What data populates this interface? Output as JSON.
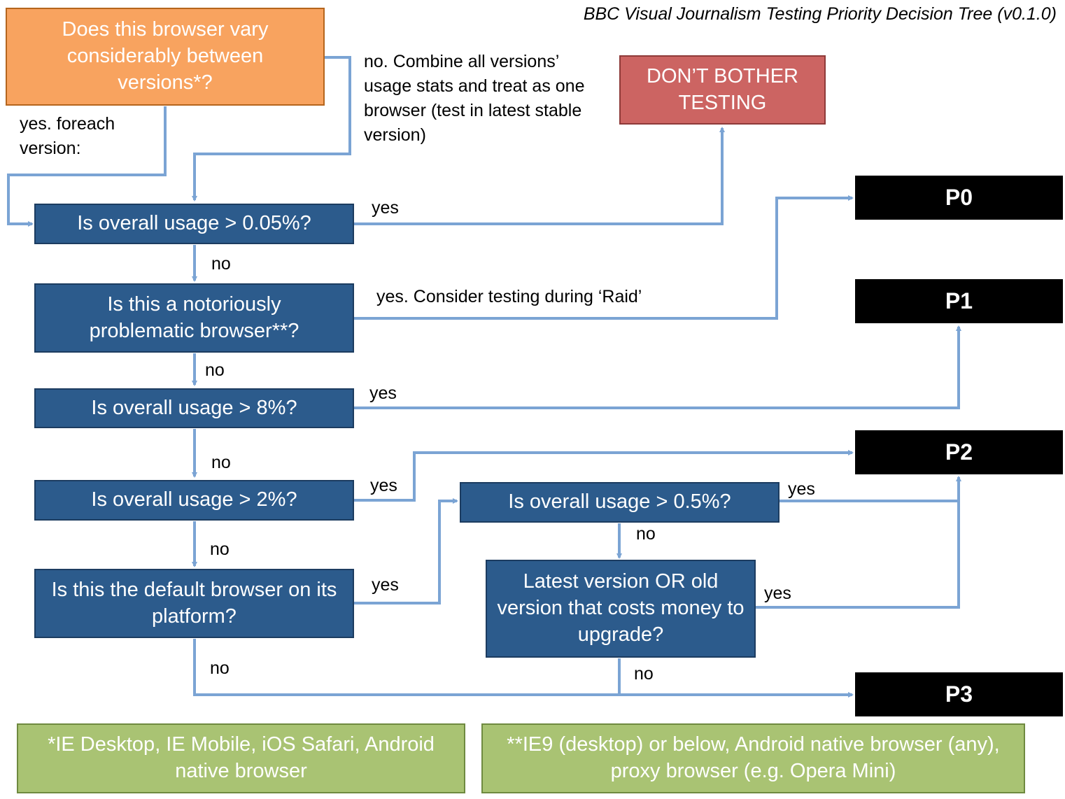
{
  "title": "BBC Visual Journalism Testing Priority Decision Tree (v0.1.0)",
  "nodes": {
    "start": "Does this browser vary considerably between versions*?",
    "dont_bother": "DON’T BOTHER TESTING",
    "q_usage_005": "Is overall usage > 0.05%?",
    "q_problematic": "Is this a notoriously problematic browser**?",
    "q_usage_8": "Is overall usage > 8%?",
    "q_usage_2": "Is overall usage > 2%?",
    "q_default": "Is this the default browser on its platform?",
    "q_usage_05": "Is overall usage > 0.5%?",
    "q_latest": "Latest version OR old version that costs money to upgrade?",
    "p0": "P0",
    "p1": "P1",
    "p2": "P2",
    "p3": "P3"
  },
  "edge_labels": {
    "start_yes": "yes. foreach version:",
    "start_no": "no. Combine all versions’ usage stats and treat as one browser (test in latest stable version)",
    "usage005_yes": "yes",
    "usage005_no": "no",
    "problematic_yes": "yes. Consider testing during ‘Raid’",
    "problematic_no": "no",
    "usage8_yes": "yes",
    "usage8_no": "no",
    "usage2_yes": "yes",
    "usage2_no": "no",
    "default_yes": "yes",
    "default_no": "no",
    "usage05_yes": "yes",
    "usage05_no": "no",
    "latest_yes": "yes",
    "latest_no": "no"
  },
  "notes": {
    "versions_note": "*IE Desktop, IE Mobile, iOS Safari, Android native browser",
    "problematic_note": "**IE9 (desktop) or below, Android native browser (any), proxy browser (e.g. Opera Mini)"
  },
  "colors": {
    "question": "#2c5b8c",
    "start": "#f8a35f",
    "dont_bother": "#cc6462",
    "priority": "#000000",
    "note": "#a9c373",
    "connector": "#7ba4d4"
  }
}
